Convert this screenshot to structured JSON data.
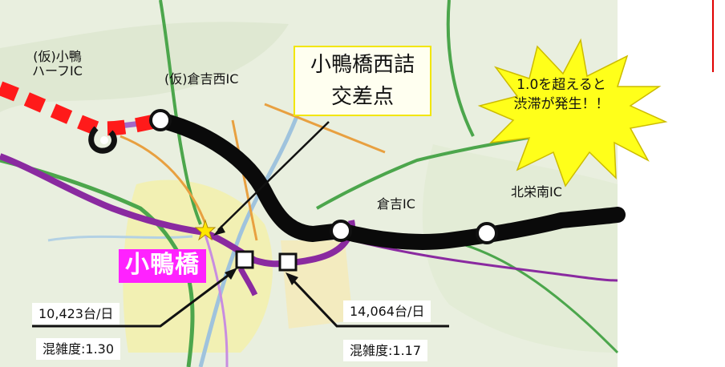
{
  "colors": {
    "map_bg": "#e9efdf",
    "planned_route": "#ff1a1a",
    "existing_expressway": "#0a0a0a",
    "national_road": "#8a2aa0",
    "green_road": "#4ca64c",
    "orange_road": "#e8a040",
    "town_area": "#f4f0a8",
    "bridge_label_bg": "#ff22ff",
    "burst_fill": "#ffff1a",
    "red_frame": "#e00000"
  },
  "labels": {
    "kamo_half_ic": "(仮)小鴨\nハーフIC",
    "kurayoshi_nishi_ic": "(仮)倉吉西IC",
    "kurayoshi_ic": "倉吉IC",
    "hokuei_minami_ic": "北栄南IC",
    "intersection_callout": "小鴨橋西詰\n交差点",
    "burst_text": "1.0を超えると\n渋滞が発生！！",
    "bridge_name": "小鴨橋"
  },
  "stations": [
    {
      "id": "left",
      "volume": "10,423台/日",
      "congestion": "混雑度:1.30"
    },
    {
      "id": "right",
      "volume": "14,064台/日",
      "congestion": "混雑度:1.17"
    }
  ],
  "icons": {
    "intersection_marker": "yellow-star",
    "interchange_marker": "white-circle",
    "count_station_marker": "white-square"
  }
}
